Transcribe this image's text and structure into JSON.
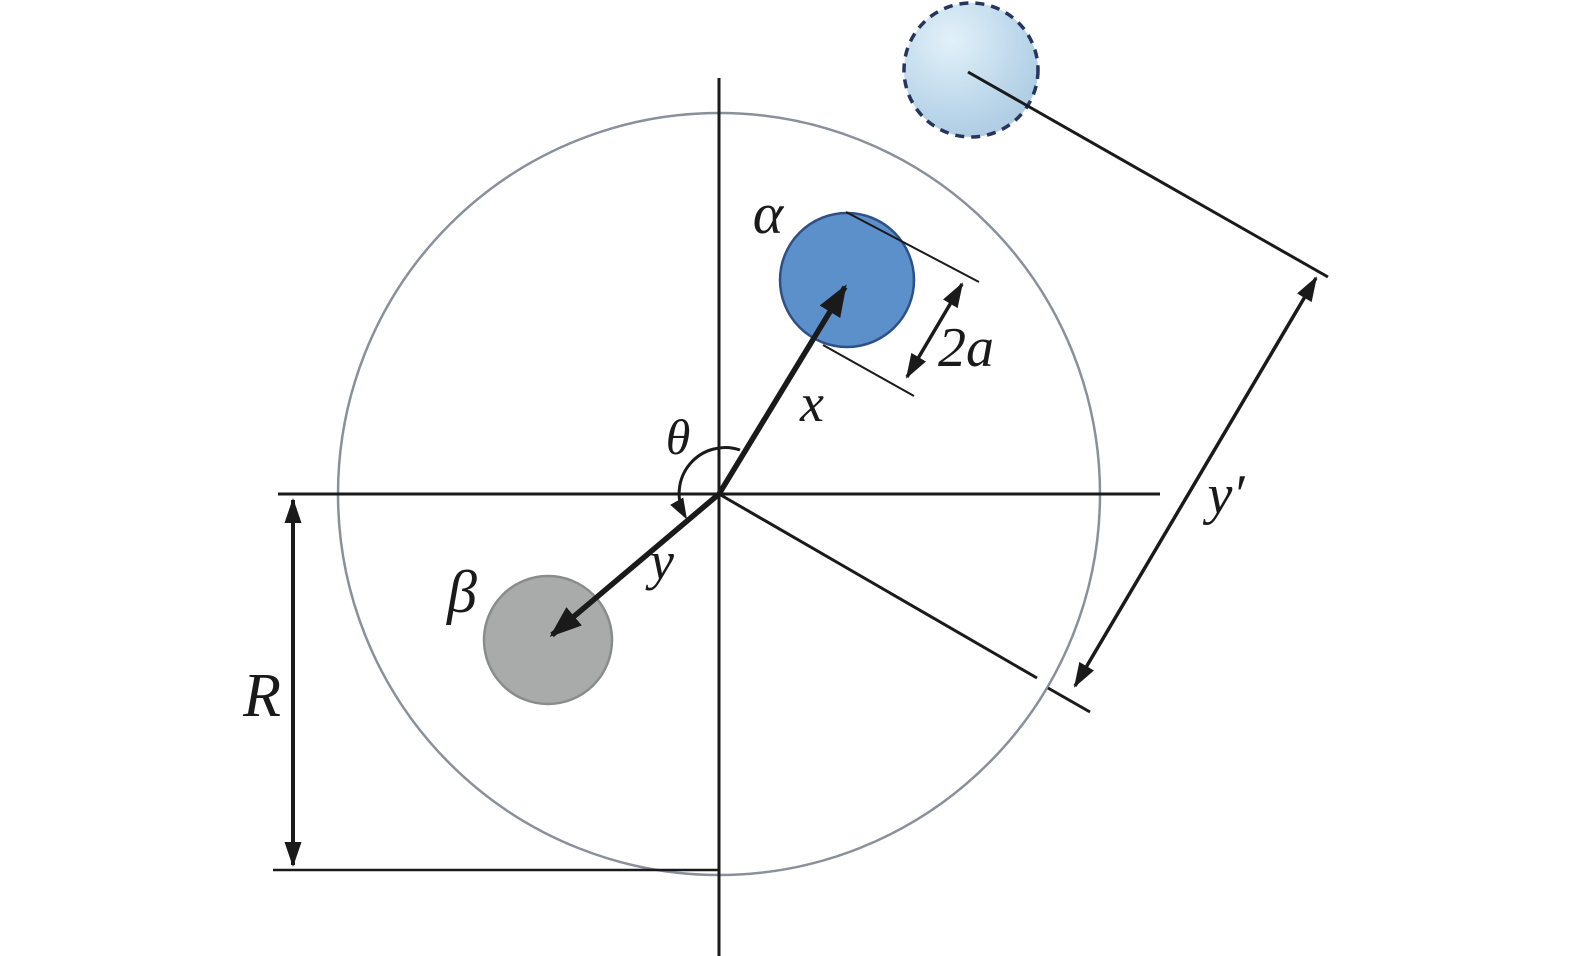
{
  "diagram": {
    "type": "geometry-schematic",
    "labels": {
      "alpha": "α",
      "beta": "β",
      "theta": "θ",
      "x": "x",
      "y": "y",
      "y_prime": "y′",
      "two_a": "2a",
      "radius": "R"
    },
    "colors": {
      "background": "#ffffff",
      "line_color": "#1a1a1a",
      "big_circle_stroke": "#8a909b",
      "alpha_fill": "#5b90cb",
      "alpha_stroke": "#2f4f88",
      "beta_fill": "#a9abaa",
      "beta_stroke": "#8a8c8b",
      "ghost_fill_light": "#e2f1f9",
      "ghost_fill_mid": "#bcd7ea",
      "ghost_fill_dark": "#a5c3dd",
      "ghost_stroke": "#24365e"
    }
  }
}
